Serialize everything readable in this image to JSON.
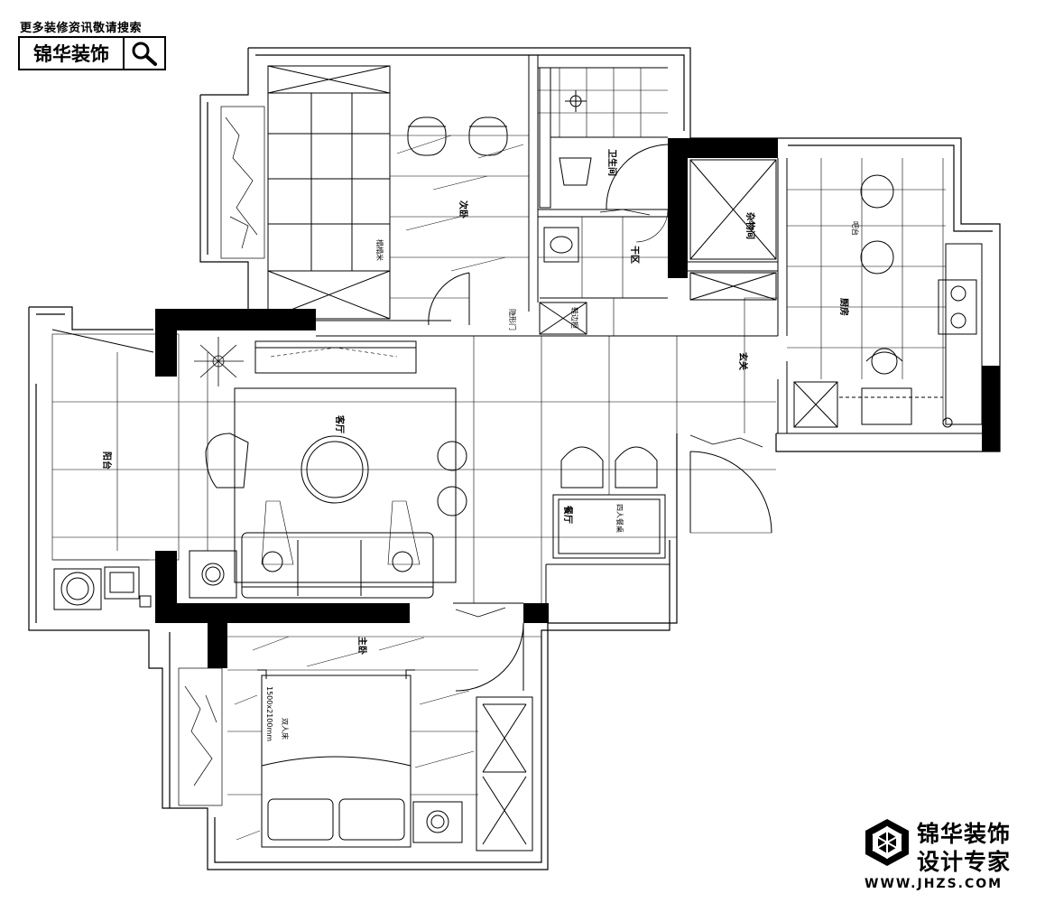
{
  "header": {
    "tagline": "更多装修资讯敬请搜索",
    "brand": "锦华装饰",
    "search_icon": "search-icon"
  },
  "logo": {
    "line1": "锦华装饰",
    "line2": "设计专家",
    "url": "WWW.JHZS.COM",
    "icon": "cube-logo-icon"
  },
  "rooms": {
    "second_bedroom": "次卧",
    "tatami": "榻榻米",
    "bathroom": "卫生间",
    "dry_area": "干区",
    "storage": "杂物间",
    "bar": "吧台",
    "kitchen": "厨房",
    "entrance": "玄关",
    "living_room": "客厅",
    "balcony": "阳台",
    "dining_room": "餐厅",
    "dining_table": "四人餐桌",
    "master_bedroom": "主卧",
    "double_bed": "双人床",
    "bed_size": "1500x2100mm",
    "hidden_door": "隐形门",
    "shoe_cabinet": "鞋边柜"
  },
  "colors": {
    "line": "#000000",
    "background": "#ffffff"
  }
}
